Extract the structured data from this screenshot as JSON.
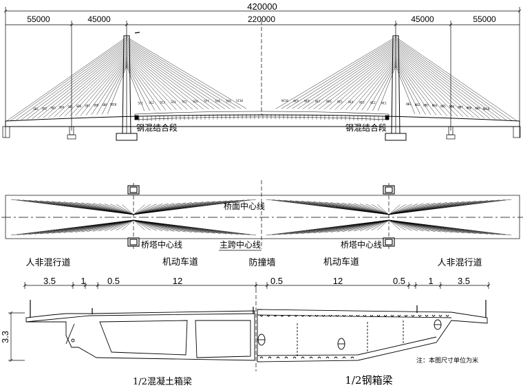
{
  "elevation": {
    "total_span": "420000",
    "spans": [
      "55000",
      "45000",
      "220000",
      "45000",
      "55000"
    ],
    "composite_label": "钢混结合段",
    "left_side_cables": [
      "SB1",
      "SB2",
      "SB3",
      "SB4",
      "SB5",
      "SB6",
      "SB7",
      "SB8",
      "SB9",
      "SB10"
    ],
    "left_main_cables": [
      "SC1",
      "SC2",
      "SC3",
      "SC4",
      "SC5",
      "SC6",
      "SC7",
      "SC8",
      "SC9",
      "SC10"
    ],
    "right_main_cables": [
      "NC10",
      "NC9",
      "NC8",
      "NC7",
      "NC6",
      "NC5",
      "NC4",
      "NC3",
      "NC2",
      "NC1"
    ],
    "right_side_cables": [
      "NB1",
      "NB2",
      "NB3",
      "NB4",
      "NB5",
      "NB6",
      "NB7",
      "NB8",
      "NB9",
      "NB10"
    ]
  },
  "plan": {
    "deck_centerline": "桥面中心线",
    "tower_centerline": "桥塔中心线",
    "main_span_centerline": "主跨中心线"
  },
  "section": {
    "lanes": {
      "sidewalk": "人非混行道",
      "motorway": "机动车道",
      "barrier": "防撞墙"
    },
    "widths": [
      "3.5",
      "1",
      "0.5",
      "12",
      "0.5",
      "12",
      "0.5",
      "1",
      "3.5"
    ],
    "height": "3.3",
    "note": "注：本图尺寸单位为米",
    "caption_concrete": "1/2混凝土箱梁",
    "caption_steel": "1/2钢箱梁"
  }
}
